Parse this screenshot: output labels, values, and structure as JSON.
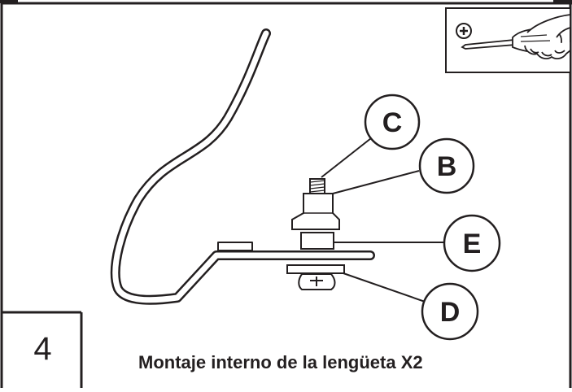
{
  "step": {
    "number": "4"
  },
  "caption": "Montaje interno de la lengüeta X2",
  "callouts": [
    {
      "id": "C",
      "label": "C"
    },
    {
      "id": "B",
      "label": "B"
    },
    {
      "id": "E",
      "label": "E"
    },
    {
      "id": "D",
      "label": "D"
    }
  ],
  "tool_icon": "phillips-screwdriver-icon",
  "colors": {
    "ink": "#231f20",
    "background": "#ffffff"
  }
}
